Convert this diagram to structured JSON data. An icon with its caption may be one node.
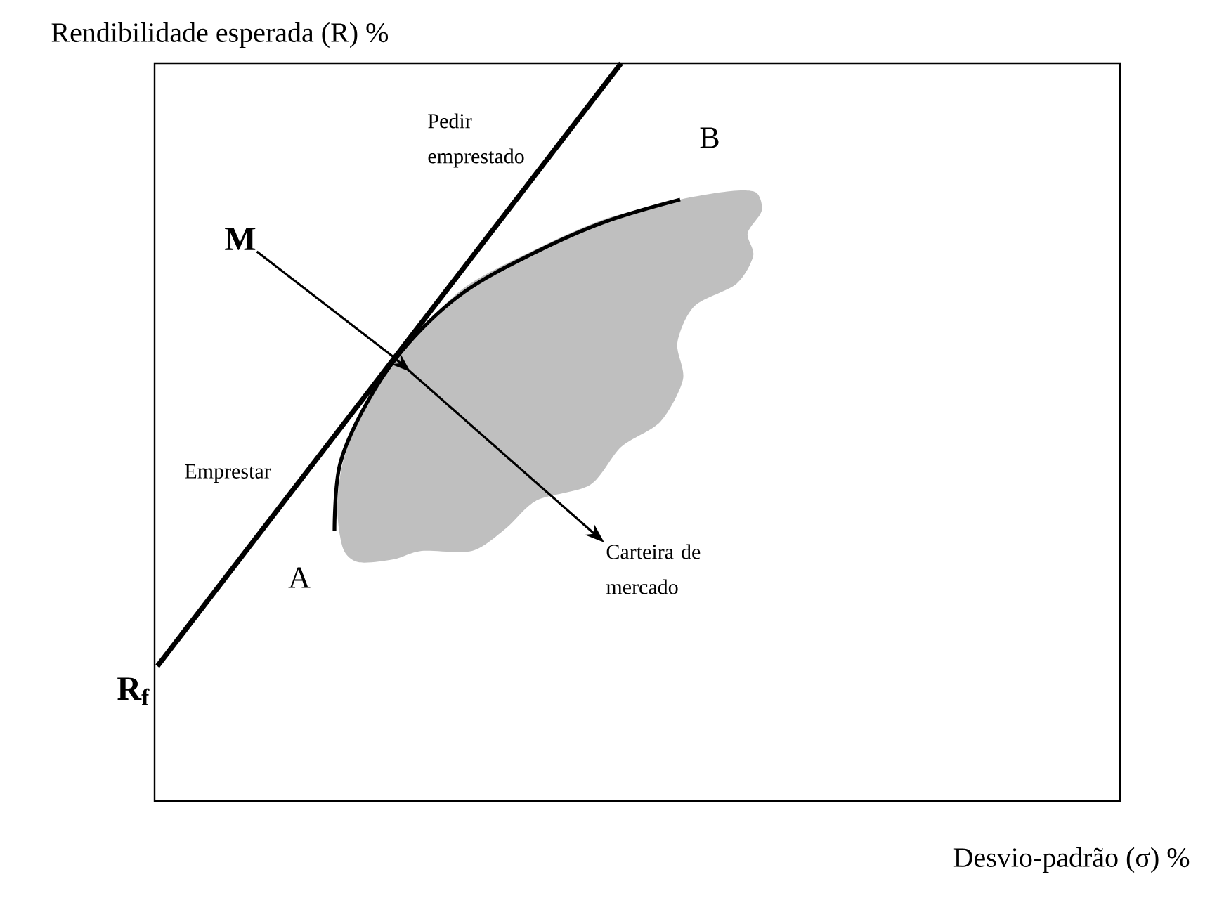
{
  "diagram": {
    "nodes": [
      {
        "text": [
          "M"
        ]
      },
      {
        "text": [
          "Carteira de mercado"
        ]
      }
    ],
    "edges": [
      {
        "from": 0,
        "to": 1,
        "arrow": "to"
      }
    ],
    "labels": [
      "Rendibilidade esperada (R) %",
      "Pedir emprestado",
      "B",
      "Emprestar",
      "A",
      "R$_{f}$",
      "Desvio-padrão (σ) %"
    ]
  }
}
